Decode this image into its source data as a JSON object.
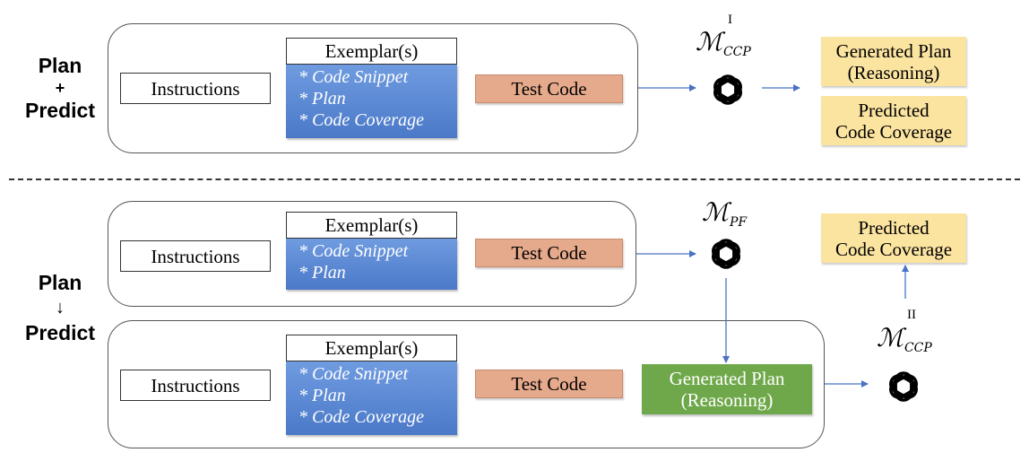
{
  "labels": {
    "plan_predict": {
      "top": "Plan",
      "mid": "+",
      "bottom": "Predict"
    },
    "plan_then_predict": {
      "top": "Plan",
      "mid": "↓",
      "bottom": "Predict"
    }
  },
  "common": {
    "instructions": "Instructions",
    "exemplars": "Exemplar(s)",
    "test_code": "Test Code",
    "code_snippet": "* Code Snippet",
    "plan": "* Plan",
    "code_coverage": "* Code Coverage"
  },
  "outputs": {
    "generated_plan_l1": "Generated Plan",
    "generated_plan_l2": "(Reasoning)",
    "predicted_l1": "Predicted",
    "predicted_l2": "Code Coverage"
  },
  "models": {
    "m_symbol": "ℳ",
    "ccp_sub": "CCP",
    "pf_sub": "PF",
    "roman_1": "I",
    "roman_2": "II"
  },
  "icons": [
    "openai-logo-icon"
  ],
  "colors": {
    "exemplar_blue": "#4b79c8",
    "test_code_orange": "#e5a98b",
    "output_yellow": "#fbe3a0",
    "plan_green": "#6fa84a",
    "arrow_blue": "#4a72c4"
  }
}
